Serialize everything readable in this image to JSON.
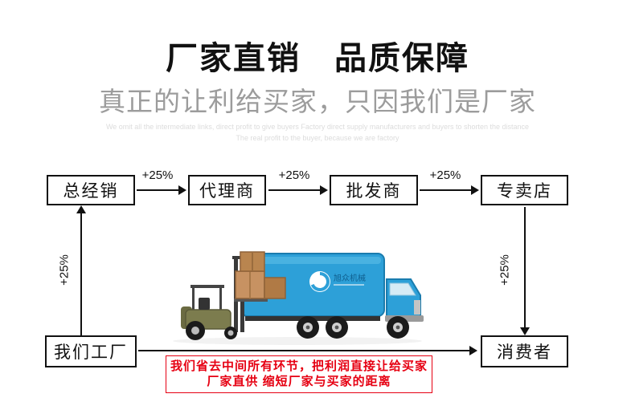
{
  "page": {
    "title": "厂家直销　品质保障",
    "subtitle": "真正的让利给买家，只因我们是厂家",
    "watermark": {
      "line1": "We omit all the intermediate links, direct profit to give buyers Factory direct supply manufacturers and buyers to shorten the distance",
      "line2": "The real profit to the buyer, because we are factory"
    }
  },
  "diagram": {
    "nodes": {
      "distributor": "总经销",
      "agent": "代理商",
      "wholesaler": "批发商",
      "store": "专卖店",
      "factory": "我们工厂",
      "consumer": "消费者"
    },
    "markup_label": "+25%",
    "truck_logo": "旭众机械"
  },
  "footer": {
    "line1": "我们省去中间所有环节，把利润直接让给买家",
    "line2": "厂家直供 缩短厂家与买家的距离"
  },
  "colors": {
    "accent_red": "#e60012",
    "truck_blue": "#2da0d8",
    "text_black": "#111111",
    "subtitle_gray": "#9c9c9c",
    "watermark_gray": "#dcdcdc"
  }
}
